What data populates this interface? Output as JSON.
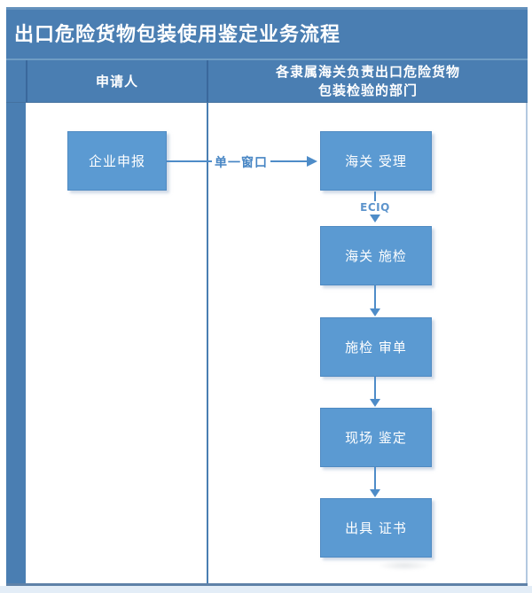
{
  "title": "出口危险货物包装使用鉴定业务流程",
  "header": {
    "applicant": "申请人",
    "customs_line1": "各隶属海关负责出口危险货物",
    "customs_line2": "包装检验的部门"
  },
  "flow": {
    "applicant_box": "企业申报",
    "single_window_label": "单一窗口",
    "eciq_label": "ECIQ",
    "steps": [
      "海关 受理",
      "海关 施检",
      "施检 审单",
      "现场 鉴定",
      "出具 证书"
    ]
  },
  "colors": {
    "band_blue": "#4a7eb2",
    "box_blue": "#5b9ad2",
    "line_blue": "#4e8cc8",
    "label_blue": "#4886c4",
    "eciq_blue": "#5d94cc",
    "divider_dark": "#3a689c",
    "band_sep": "#6f9cc4",
    "header_edge": "#44719f",
    "right_border": "#b3c9e0",
    "bottom_border": "#5f82a8",
    "bottom_strip": "#e3edf7"
  }
}
